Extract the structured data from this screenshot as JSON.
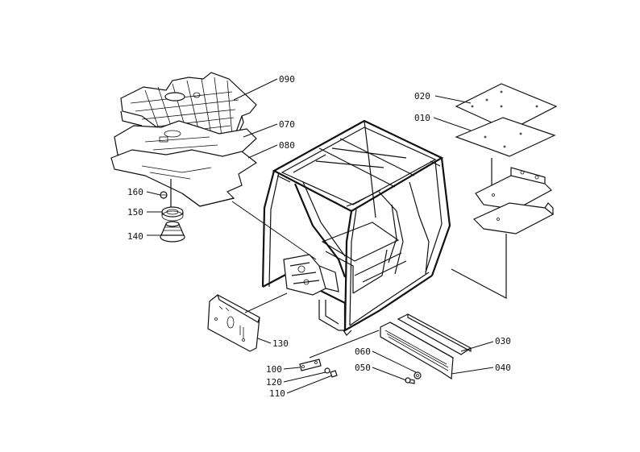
{
  "labels": {
    "p090": "090",
    "p070": "070",
    "p080": "080",
    "p160": "160",
    "p150": "150",
    "p140": "140",
    "p020": "020",
    "p010": "010",
    "p130": "130",
    "p030": "030",
    "p060": "060",
    "p050": "050",
    "p040": "040",
    "p100": "100",
    "p120": "120",
    "p110": "110"
  }
}
